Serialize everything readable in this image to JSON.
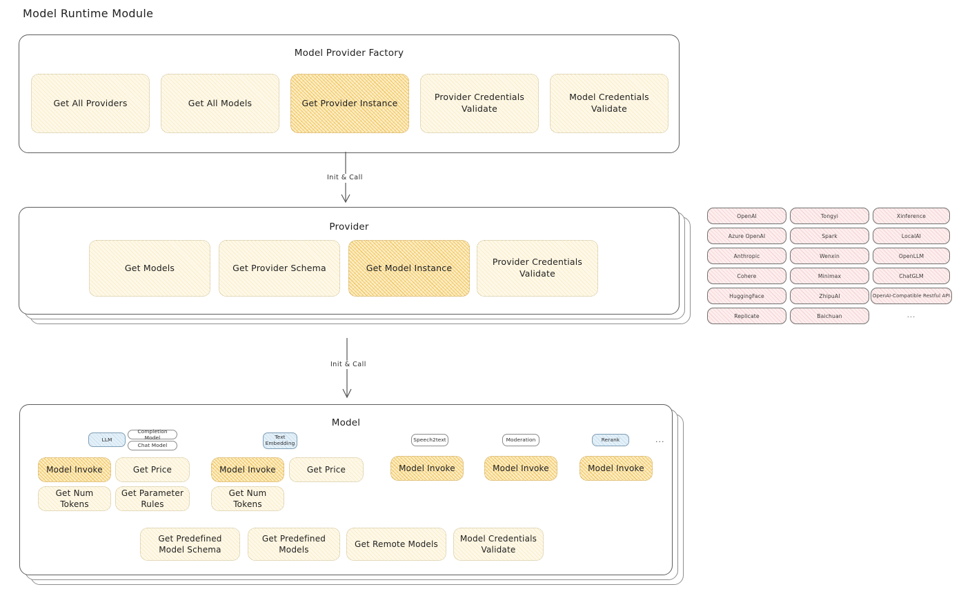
{
  "page": {
    "title": "Model Runtime Module"
  },
  "factory": {
    "title": "Model Provider Factory",
    "methods": [
      {
        "label": "Get All Providers",
        "highlight": false
      },
      {
        "label": "Get All Models",
        "highlight": false
      },
      {
        "label": "Get Provider Instance",
        "highlight": true
      },
      {
        "label": "Provider Credentials Validate",
        "highlight": false
      },
      {
        "label": "Model Credentials Validate",
        "highlight": false
      }
    ]
  },
  "arrows": [
    {
      "label": "Init & Call"
    },
    {
      "label": "Init & Call"
    }
  ],
  "provider": {
    "title": "Provider",
    "methods": [
      {
        "label": "Get Models",
        "highlight": false
      },
      {
        "label": "Get Provider Schema",
        "highlight": false
      },
      {
        "label": "Get Model Instance",
        "highlight": true
      },
      {
        "label": "Provider Credentials Validate",
        "highlight": false
      }
    ]
  },
  "provider_list": {
    "columns": [
      [
        "OpenAI",
        "Azure OpenAI",
        "Anthropic",
        "Cohere",
        "HuggingFace",
        "Replicate"
      ],
      [
        "Tongyi",
        "Spark",
        "Wenxin",
        "Minimax",
        "ZhipuAI",
        "Baichuan"
      ],
      [
        "Xinference",
        "LocalAI",
        "OpenLLM",
        "ChatGLM",
        "OpenAI-Compatible Restful API"
      ]
    ],
    "more": "..."
  },
  "model": {
    "title": "Model",
    "more": "...",
    "types": [
      {
        "name": "LLM",
        "style": "blue",
        "subtags": [
          "Completion Model",
          "Chat Model"
        ],
        "methods": [
          {
            "label": "Model Invoke",
            "highlight": true
          },
          {
            "label": "Get Price",
            "highlight": false
          },
          {
            "label": "Get Num Tokens",
            "highlight": false
          },
          {
            "label": "Get Parameter Rules",
            "highlight": false
          }
        ]
      },
      {
        "name": "Text Embedding",
        "style": "blue",
        "subtags": [],
        "methods": [
          {
            "label": "Model Invoke",
            "highlight": true
          },
          {
            "label": "Get Price",
            "highlight": false
          },
          {
            "label": "Get Num Tokens",
            "highlight": false
          }
        ]
      },
      {
        "name": "Speech2text",
        "style": "white",
        "subtags": [],
        "methods": [
          {
            "label": "Model Invoke",
            "highlight": true
          }
        ]
      },
      {
        "name": "Moderation",
        "style": "white",
        "subtags": [],
        "methods": [
          {
            "label": "Model Invoke",
            "highlight": true
          }
        ]
      },
      {
        "name": "Rerank",
        "style": "blue",
        "subtags": [],
        "methods": [
          {
            "label": "Model Invoke",
            "highlight": true
          }
        ]
      }
    ],
    "shared_methods": [
      {
        "label": "Get Predefined Model Schema",
        "highlight": false
      },
      {
        "label": "Get Predefined Models",
        "highlight": false
      },
      {
        "label": "Get Remote Models",
        "highlight": false
      },
      {
        "label": "Model Credentials Validate",
        "highlight": false
      }
    ]
  },
  "colors": {
    "cream_fill": "#fdf8e8",
    "amber_fill": "#fdeec4",
    "chip_fill": "#fdeeee",
    "tag_blue_fill": "#e4f0f8",
    "stroke": "#5c5c5c",
    "text": "#1e1e1e"
  }
}
